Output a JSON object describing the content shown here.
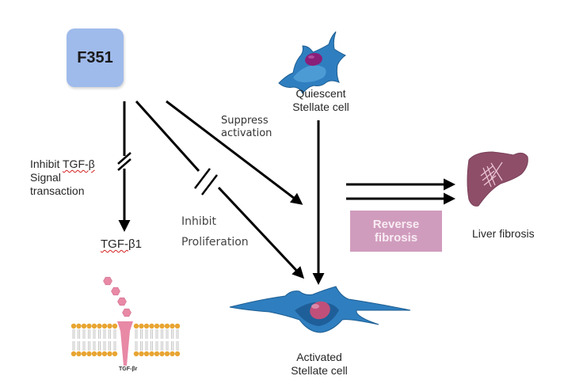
{
  "diagram": {
    "drug": {
      "label": "F351",
      "color": "#9fbbeb"
    },
    "labels": {
      "inhibit_tgf_line1_prefix": "Inhibit ",
      "inhibit_tgf_line1_term": "TGF-β",
      "inhibit_tgf_line2": "Signal",
      "inhibit_tgf_line3": "transaction",
      "tgf_b1_term": "TGF-",
      "tgf_b1_suffix": "β1",
      "suppress_line1": "Suppress",
      "suppress_line2": "activation",
      "inhibit_prolif_line1": "Inhibit",
      "inhibit_prolif_line2": "Proliferation",
      "quiescent_line1": "Quiescent",
      "quiescent_line2": "Stellate cell",
      "activated_line1": "Activated",
      "activated_line2": "Stellate cell",
      "liver": "Liver fibrosis",
      "receptor": "TGF-βr"
    },
    "reverse_box": {
      "line1": "Reverse",
      "line2": "fibrosis",
      "color": "#d09cbd"
    },
    "colors": {
      "cell_blue": "#2f7fc0",
      "cell_nucleus_quiescent": "#8a1f7a",
      "cell_nucleus_activated": "#c0507a",
      "liver": "#8e4e68",
      "ligand": "#e889a6",
      "membrane_head": "#e8a532",
      "arrow": "#000000"
    }
  }
}
